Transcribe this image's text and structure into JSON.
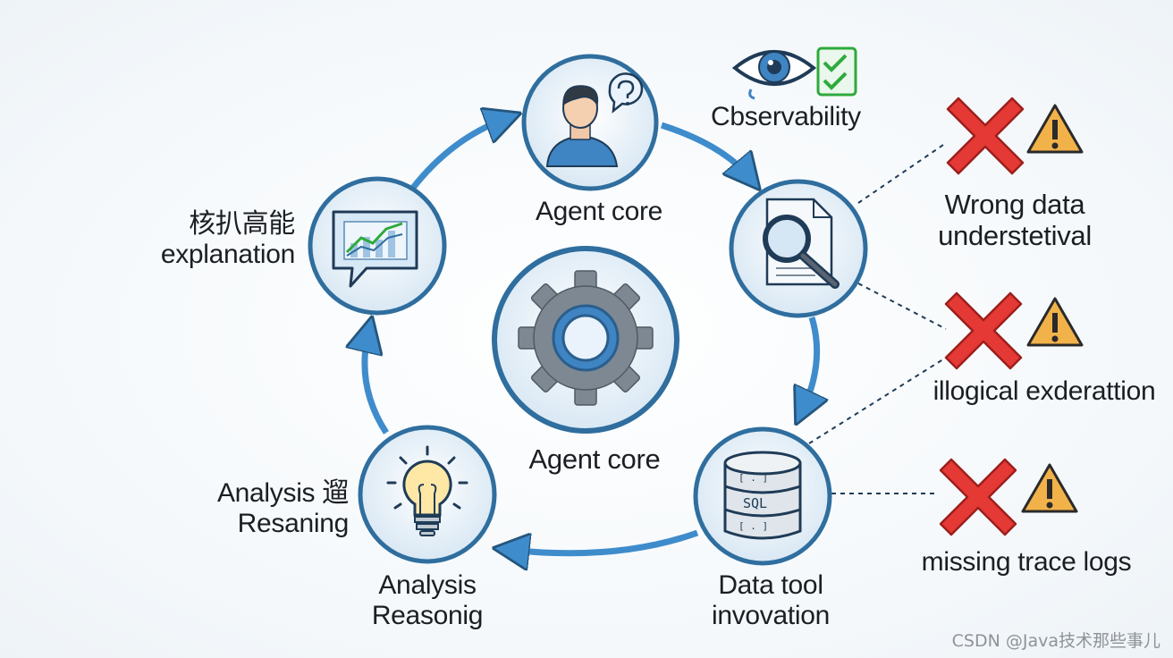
{
  "labels": {
    "top_node": "Agent core",
    "center_node": "Agent core",
    "left_node_line1": "核扒高能",
    "left_node_line2": "explanation",
    "bottom_left_side_line1": "Analysis 遛",
    "bottom_left_side_line2": "Resaning",
    "bottom_left_node_line1": "Analysis",
    "bottom_left_node_line2": "Reasonig",
    "bottom_right_node_line1": "Data tool",
    "bottom_right_node_line2": "invovation",
    "observability": "Cbservability"
  },
  "issues": [
    {
      "line1": "Wrong data",
      "line2": "understetival"
    },
    {
      "line1": "illogical exderattion"
    },
    {
      "line1": "missing trace logs"
    }
  ],
  "sql_text": "SQL",
  "watermark": "CSDN @Java技术那些事儿",
  "colors": {
    "ring_stroke": "#2f6e9e",
    "arrow": "#3f8ccc",
    "node_fill": "#e4eff8",
    "cross": "#e53935",
    "warning": "#f2b24a",
    "check": "#2eaa3c",
    "gear": "#7d8893"
  }
}
